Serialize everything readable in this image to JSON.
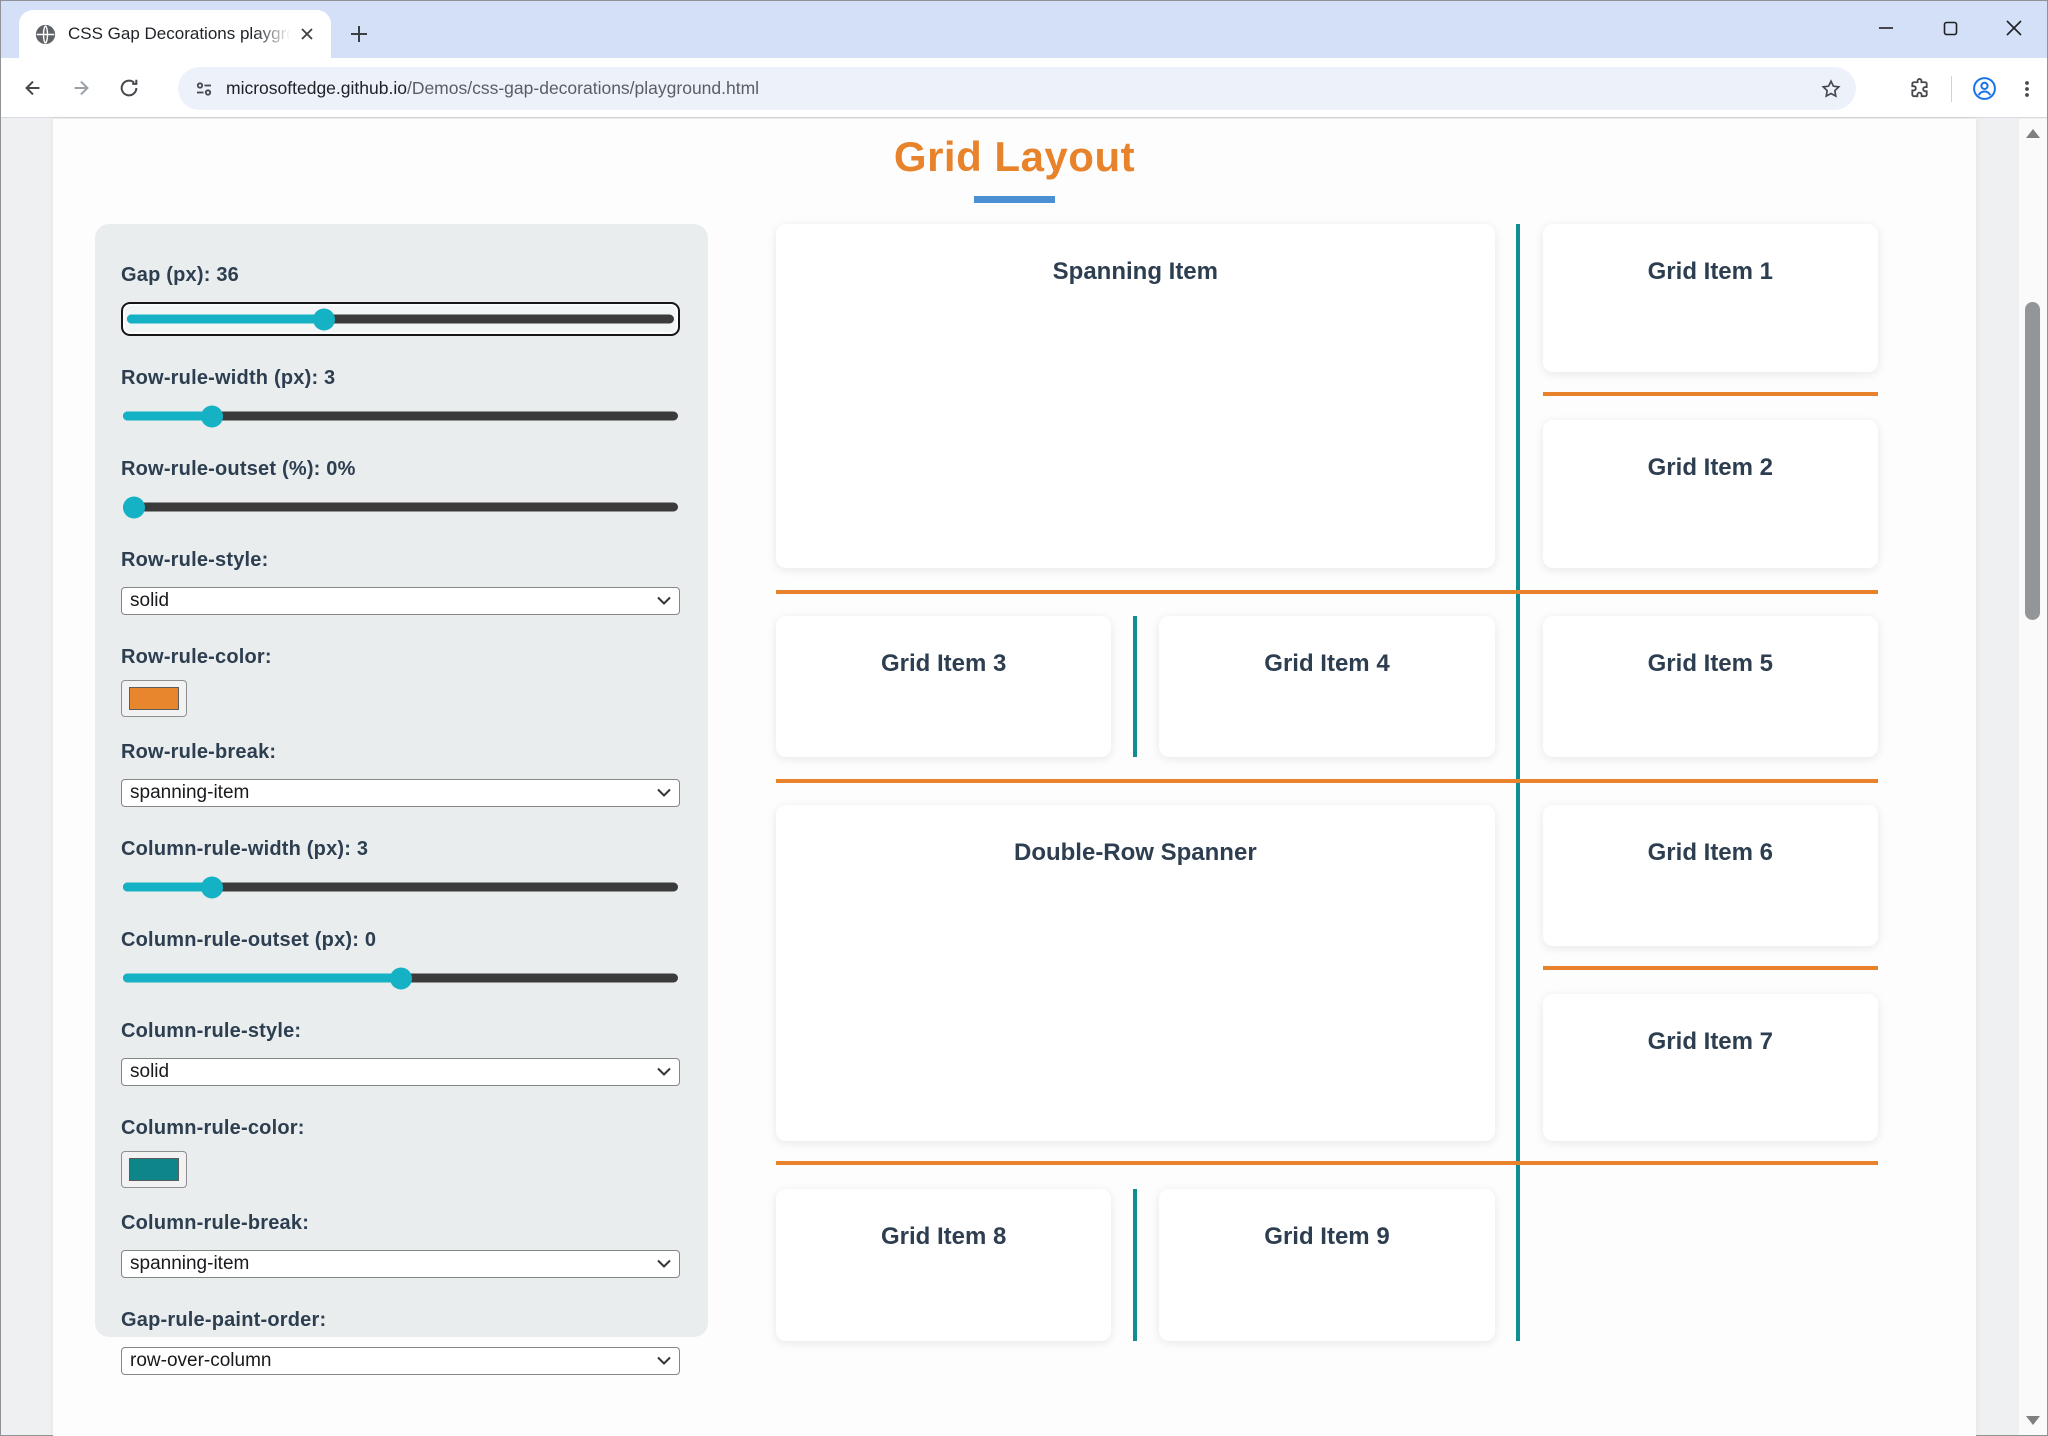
{
  "browser": {
    "tab_title": "CSS Gap Decorations playgroun",
    "new_tab_label": "+",
    "close_tab_label": "✕",
    "url_domain": "microsoftedge.github.io",
    "url_path": "/Demos/css-gap-decorations/playground.html"
  },
  "page": {
    "title": "Grid Layout"
  },
  "sidebar": {
    "controls": [
      {
        "type": "range",
        "label": "Gap (px): 36",
        "percent": 36,
        "focused": true
      },
      {
        "type": "range",
        "label": "Row-rule-width (px): 3",
        "percent": 16,
        "focused": false
      },
      {
        "type": "range",
        "label": "Row-rule-outset (%): 0%",
        "percent": 2,
        "focused": false
      },
      {
        "type": "select",
        "label": "Row-rule-style:",
        "value": "solid"
      },
      {
        "type": "color",
        "label": "Row-rule-color:",
        "value": "#e8862d"
      },
      {
        "type": "select",
        "label": "Row-rule-break:",
        "value": "spanning-item"
      },
      {
        "type": "range",
        "label": "Column-rule-width (px): 3",
        "percent": 16,
        "focused": false
      },
      {
        "type": "range",
        "label": "Column-rule-outset (px): 0",
        "percent": 50,
        "focused": false
      },
      {
        "type": "select",
        "label": "Column-rule-style:",
        "value": "solid"
      },
      {
        "type": "color",
        "label": "Column-rule-color:",
        "value": "#0d8589"
      },
      {
        "type": "select",
        "label": "Column-rule-break:",
        "value": "spanning-item"
      },
      {
        "type": "select",
        "label": "Gap-rule-paint-order:",
        "value": "row-over-column"
      }
    ]
  },
  "grid": {
    "items": [
      {
        "label": "Spanning Item"
      },
      {
        "label": "Grid Item 1"
      },
      {
        "label": "Grid Item 2"
      },
      {
        "label": "Grid Item 3"
      },
      {
        "label": "Grid Item 4"
      },
      {
        "label": "Grid Item 5"
      },
      {
        "label": "Double-Row Spanner"
      },
      {
        "label": "Grid Item 6"
      },
      {
        "label": "Grid Item 7"
      },
      {
        "label": "Grid Item 8"
      },
      {
        "label": "Grid Item 9"
      }
    ]
  },
  "colors": {
    "rule_orange": "#e8832c",
    "rule_teal": "#0f8e93",
    "slider_teal": "#14b2c4",
    "title_orange": "#e8832c",
    "title_underline_blue": "#4a90d2"
  }
}
